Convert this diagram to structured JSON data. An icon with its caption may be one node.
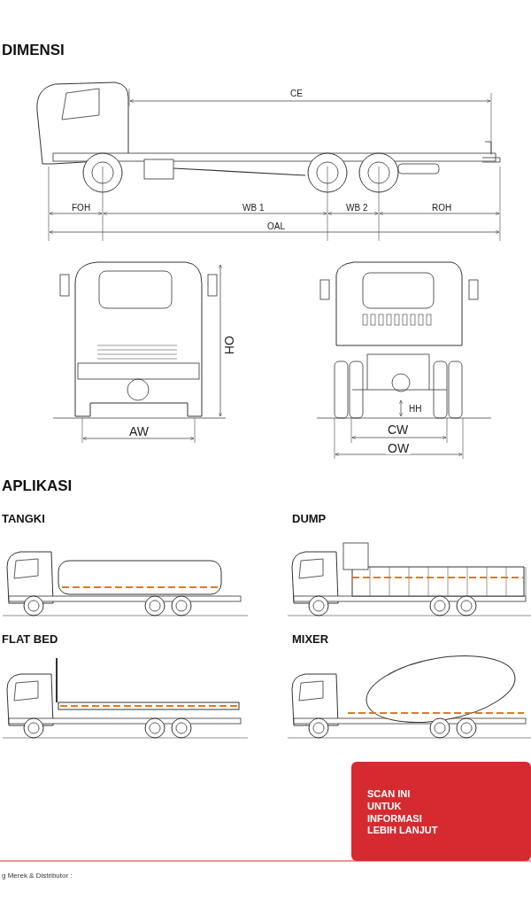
{
  "diagram": {
    "labels": [
      "DIMENSI",
      "CE",
      "FOH",
      "WB 1",
      "WB 2",
      "ROH",
      "OAL",
      "OH",
      "AW",
      "HH",
      "CW",
      "OW",
      "APLIKASI",
      "TANGKI",
      "DUMP",
      "FLAT BED",
      "MIXER",
      "SCAN INI UNTUK INFORMASI LEBIH LANJUT",
      "g Merek & Distributor :"
    ]
  }
}
